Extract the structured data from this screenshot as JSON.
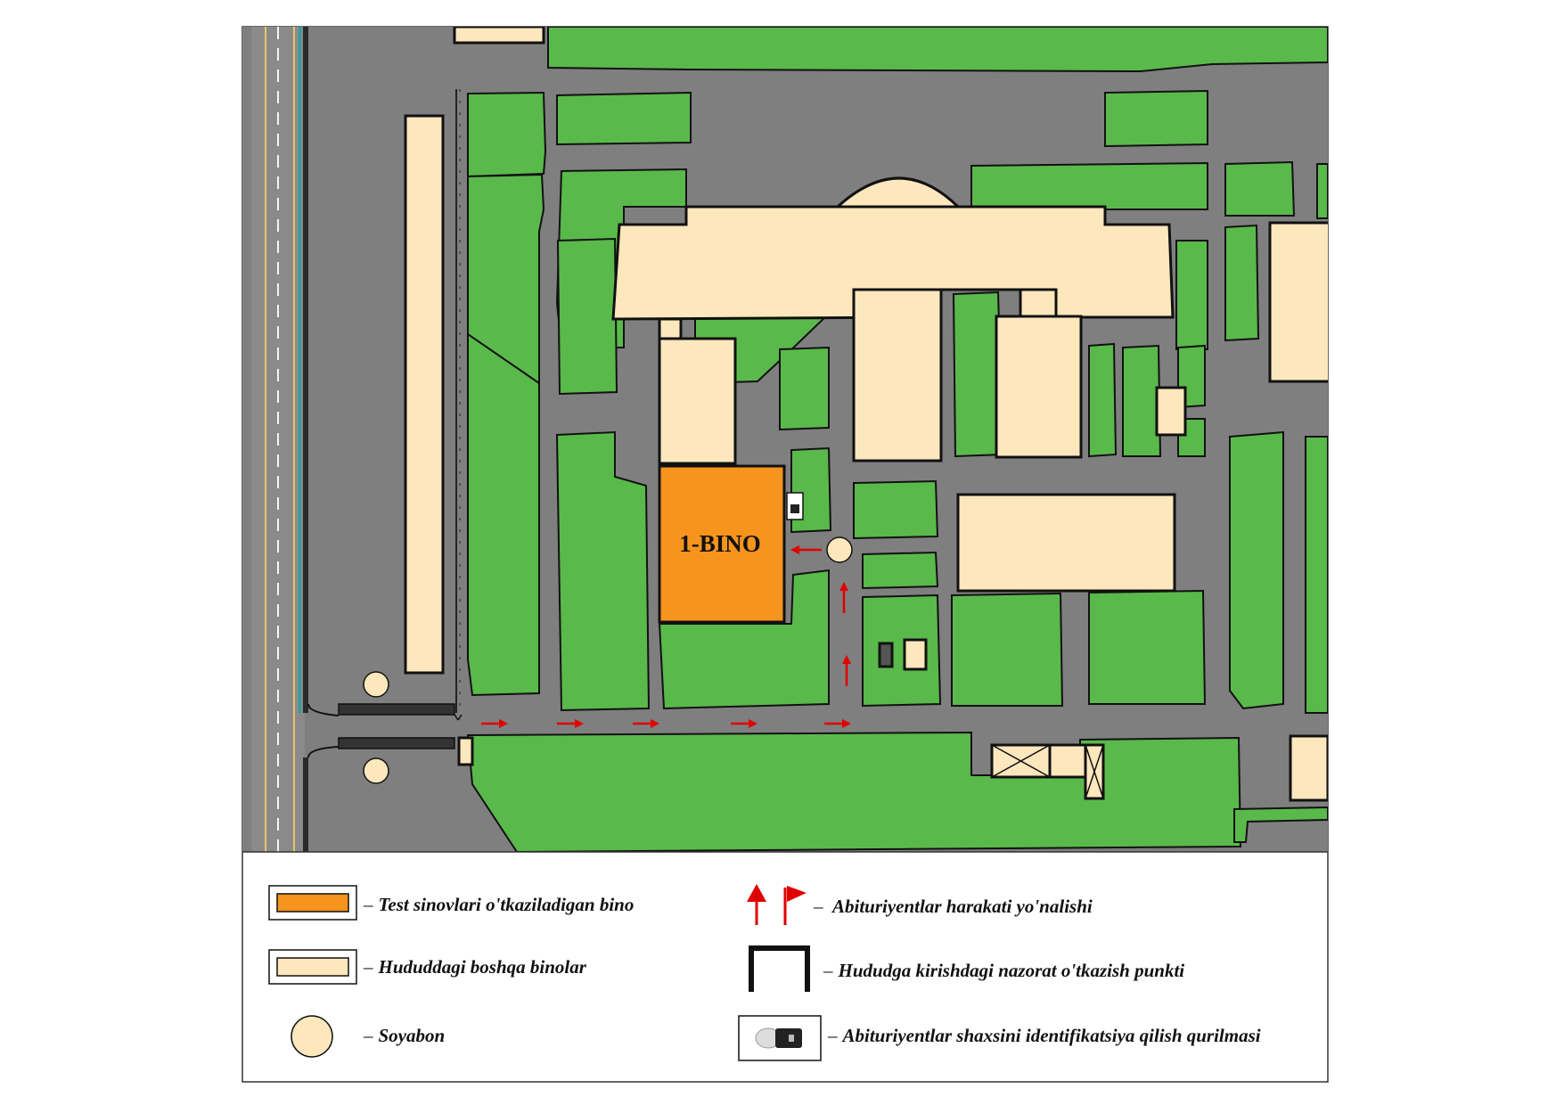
{
  "map": {
    "main_building_label": "1-BINO",
    "colors": {
      "road": "#7f7f7f",
      "green": "#5ab94b",
      "building": "#fde7bd",
      "test_building": "#f7941d",
      "arrow": "#e00000",
      "outline": "#111111"
    }
  },
  "legend": {
    "items": [
      {
        "id": "test-building",
        "text": "Test sinovlari o'tkaziladigan bino"
      },
      {
        "id": "other-buildings",
        "text": "Hududdagi boshqa binolar"
      },
      {
        "id": "canopy",
        "text": "Soyabon"
      },
      {
        "id": "direction",
        "text": "Abituriyentlar harakati yo'nalishi"
      },
      {
        "id": "checkpoint",
        "text": "Hududga kirishdagi nazorat o'tkazish punkti"
      },
      {
        "id": "identification",
        "text": "Abituriyentlar shaxsini identifikatsiya qilish qurilmasi"
      }
    ]
  }
}
